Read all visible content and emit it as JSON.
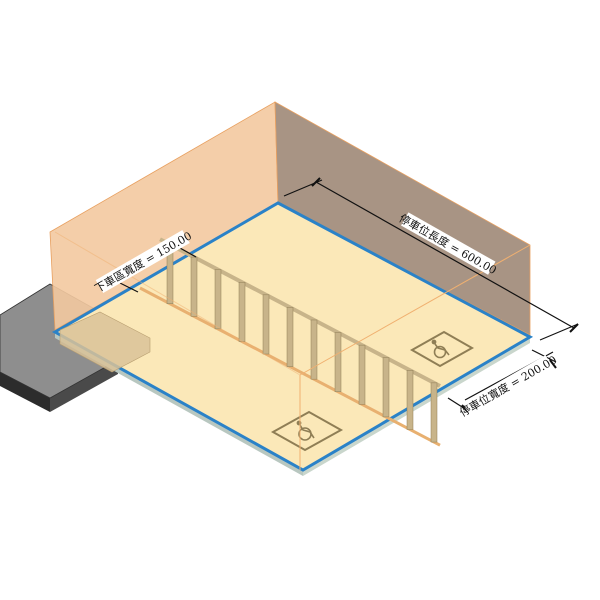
{
  "dimensions": {
    "dropoff_width": "下車區寬度 = 150.00",
    "space_length": "停車位長度 = 600.00",
    "space_width": "停車位寬度 = 200.00"
  },
  "colors": {
    "floor": "#fbe8b8",
    "floor_edge": "#2a82c8",
    "left_wall": "#f3c9a0",
    "right_wall": "#a89484",
    "curb": "#8c8c8c",
    "hatch": "#c8b48a",
    "symbol": "#8f7e55"
  },
  "icons": [
    "wheelchair-icon",
    "wheelchair-icon"
  ]
}
